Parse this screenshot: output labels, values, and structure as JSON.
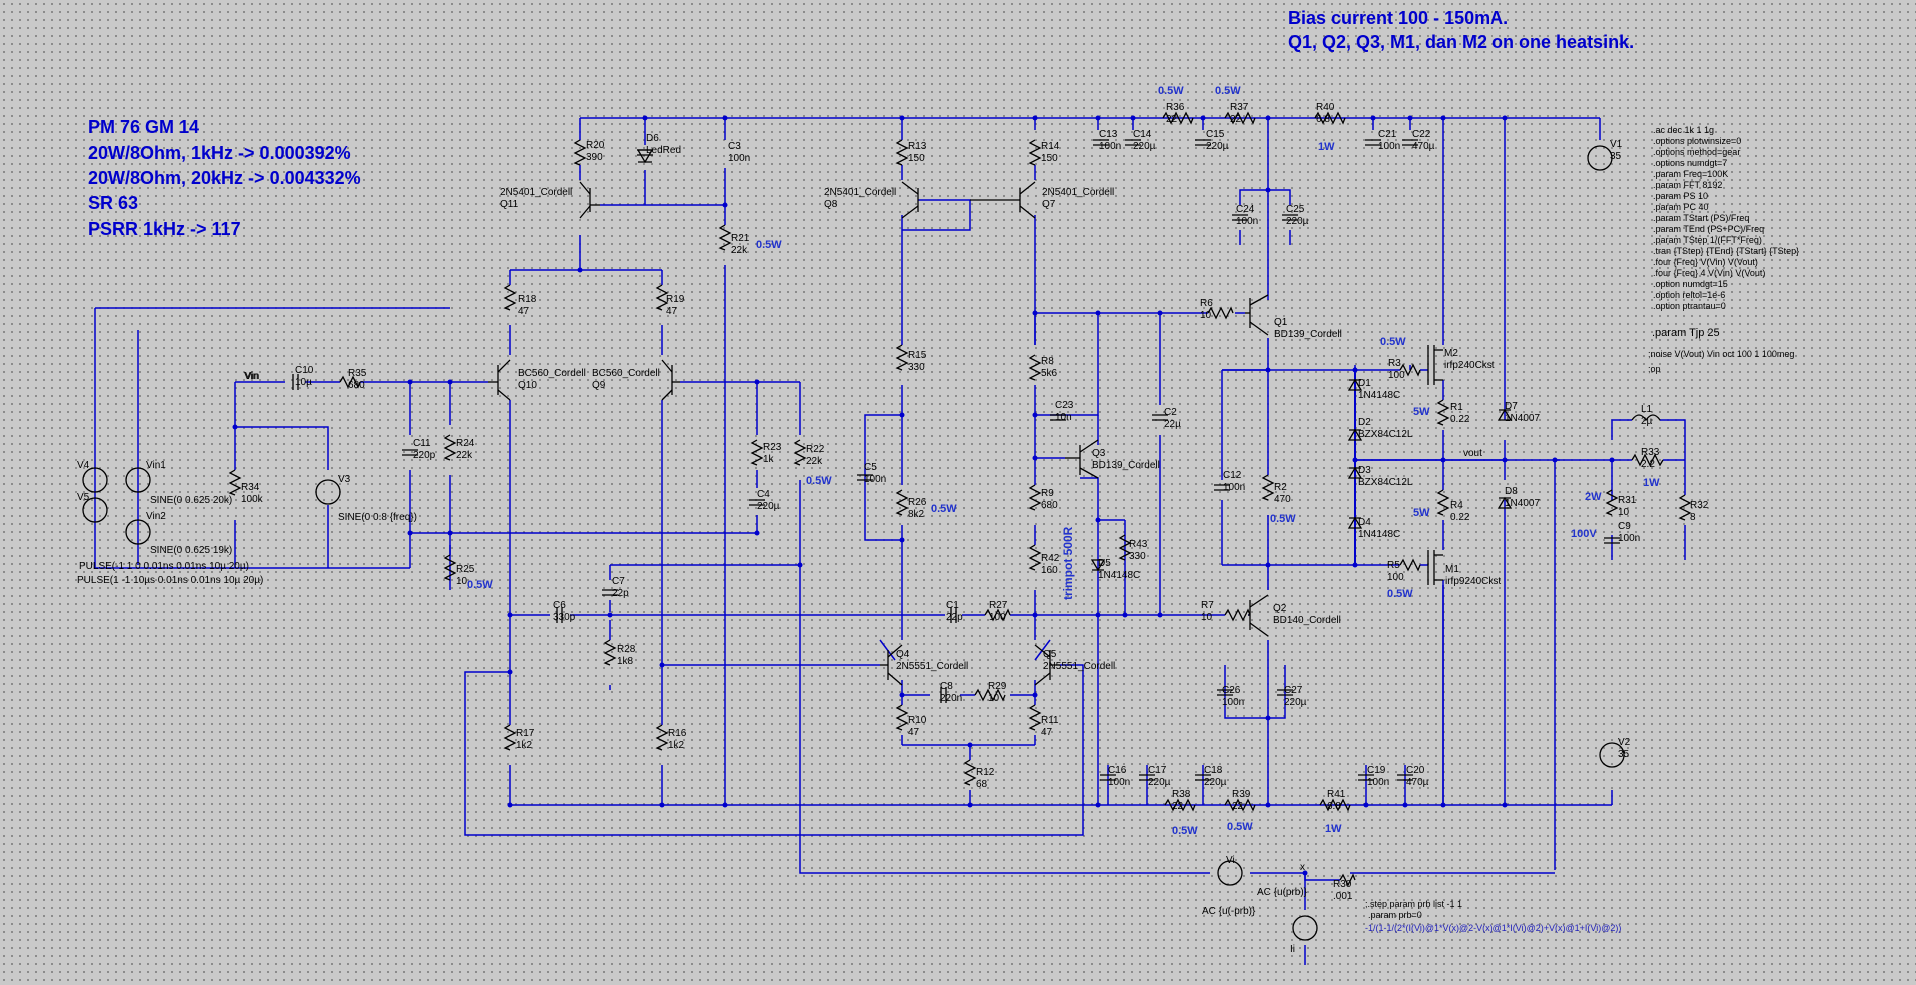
{
  "notes": {
    "bias1": "Bias current 100 - 150mA.",
    "bias2": "Q1, Q2, Q3, M1, dan M2 on one heatsink.",
    "pm": "PM 76 GM 14",
    "thd1": "20W/8Ohm, 1kHz   -> 0.000392%",
    "thd2": "20W/8Ohm, 20kHz -> 0.004332%",
    "sr": "SR 63",
    "psrr": "PSRR 1kHz -> 117",
    "trimpot": "trimpot 500R"
  },
  "directives": [
    ".ac dec 1k 1 1g",
    ".options plotwinsize=0",
    ".options method=gear",
    ".options numdgt=7",
    ".param Freq=100K",
    ".param FFT 8192",
    ".param PS 10",
    ".param PC 40",
    ".param TStart (PS)/Freq",
    ".param TEnd (PS+PC)/Freq",
    ".param TStep 1/(FFT*Freq)",
    ".tran {TStep} {TEnd} {TStart} {TStep}",
    ".four {Freq} V(Vin) V(Vout)",
    ".four {Freq} 4 V(Vin) V(Vout)",
    ".option numdgt=15",
    ".option reltol=1e-6",
    ".option ptrantau=0"
  ],
  "tjp": ".param Tjp 25",
  "noise": ";noise V(Vout) Vin oct 100 1 100meg",
  "op": ";op",
  "step1": ";.step param prb list -1 1",
  "step2": ".param prb=0",
  "expr": "-1/(1-1/(2*(I(Vi)@1*V(x)@2-V(x)@1*I(Vi)@2)+V(x)@1+I(Vi)@2))",
  "power_labels": {
    "r36": "0.5W",
    "r37": "0.5W",
    "r40": "1W",
    "r21": "0.5W",
    "r26": "0.5W",
    "r22": "0.5W",
    "r25": "0.5W",
    "r3": "0.5W",
    "r1": "5W",
    "r2": "0.5W",
    "r4": "5W",
    "r5": "0.5W",
    "r31": "2W",
    "r33": "1W",
    "c9": "100V",
    "r38": "0.5W",
    "r39": "0.5W",
    "r41": "1W"
  },
  "labels": [
    [
      "R20",
      "390"
    ],
    [
      "D6",
      "LedRed"
    ],
    [
      "C3",
      "100n"
    ],
    [
      "2N5401_Cordell",
      "Q11"
    ],
    [
      "R21",
      "22k"
    ],
    [
      "R18",
      "47"
    ],
    [
      "R19",
      "47"
    ],
    [
      "BC560_Cordell",
      "Q10"
    ],
    [
      "BC560_Cordell",
      "Q9"
    ],
    [
      "R13",
      "150"
    ],
    [
      "R14",
      "150"
    ],
    [
      "2N5401_Cordell",
      "Q8"
    ],
    [
      "2N5401_Cordell",
      "Q7"
    ],
    [
      "C13",
      "100n"
    ],
    [
      "C14",
      "220µ"
    ],
    [
      "R36",
      "22"
    ],
    [
      "C15",
      "220µ"
    ],
    [
      "R37",
      "22"
    ],
    [
      "R40",
      "6.8"
    ],
    [
      "C21",
      "100n"
    ],
    [
      "C22",
      "470µ"
    ],
    [
      "V1",
      "35"
    ],
    [
      "C24",
      "100n"
    ],
    [
      "C25",
      "220µ"
    ],
    [
      "R6",
      "10"
    ],
    [
      "Q1",
      "BD139_Cordell"
    ],
    [
      "R15",
      "330"
    ],
    [
      "R8",
      "5k6"
    ],
    [
      "C23",
      "10n"
    ],
    [
      "C2",
      "22µ"
    ],
    [
      "Q3",
      "BD139_Cordell"
    ],
    [
      "R9",
      "680"
    ],
    [
      "R43",
      "330"
    ],
    [
      "D5",
      "1N4148C"
    ],
    [
      "R42",
      "160"
    ],
    [
      "C5",
      "100n"
    ],
    [
      "R26",
      "8k2"
    ],
    [
      "Vin",
      ""
    ],
    [
      "C10",
      "10µ"
    ],
    [
      "R35",
      "680"
    ],
    [
      "C11",
      "220p"
    ],
    [
      "R24",
      "22k"
    ],
    [
      "V3",
      ""
    ],
    [
      "R34",
      "100k"
    ],
    [
      "R23",
      "1k"
    ],
    [
      "C4",
      "220µ"
    ],
    [
      "R22",
      "22k"
    ],
    [
      "R25",
      "10"
    ],
    [
      "V4",
      ""
    ],
    [
      "V5",
      ""
    ],
    [
      "Vin1",
      ""
    ],
    [
      "Vin2",
      ""
    ],
    [
      "C6",
      "330p"
    ],
    [
      "C7",
      "22p"
    ],
    [
      "R28",
      "1k8"
    ],
    [
      "C1",
      "22p"
    ],
    [
      "R27",
      "100"
    ],
    [
      "R7",
      "10"
    ],
    [
      "Q2",
      "BD140_Cordell"
    ],
    [
      "Q4",
      "2N5551_Cordell"
    ],
    [
      "Q5",
      "2N5551_Cordell"
    ],
    [
      "C8",
      "220n"
    ],
    [
      "R29",
      "10"
    ],
    [
      "R10",
      "47"
    ],
    [
      "R11",
      "47"
    ],
    [
      "R12",
      "68"
    ],
    [
      "R17",
      "1k2"
    ],
    [
      "R16",
      "1k2"
    ],
    [
      "C26",
      "100n"
    ],
    [
      "C27",
      "220µ"
    ],
    [
      "C16",
      "100n"
    ],
    [
      "C17",
      "220µ"
    ],
    [
      "C18",
      "220µ"
    ],
    [
      "R38",
      "22"
    ],
    [
      "R39",
      "22"
    ],
    [
      "R41",
      "6.8"
    ],
    [
      "C19",
      "100n"
    ],
    [
      "C20",
      "470µ"
    ],
    [
      "V2",
      "35"
    ],
    [
      "M2",
      "irfp240Ckst"
    ],
    [
      "R3",
      "100"
    ],
    [
      "D1",
      "1N4148C"
    ],
    [
      "D2",
      "BZX84C12L"
    ],
    [
      "R1",
      "0.22"
    ],
    [
      "D7",
      "1N4007"
    ],
    [
      "D3",
      "BZX84C12L"
    ],
    [
      "D4",
      "1N4148C"
    ],
    [
      "R4",
      "0.22"
    ],
    [
      "D8",
      "1N4007"
    ],
    [
      "R5",
      "100"
    ],
    [
      "M1",
      "irfp9240Ckst"
    ],
    [
      "C12",
      "100n"
    ],
    [
      "R2",
      "470"
    ],
    [
      "L1",
      "2µ"
    ],
    [
      "R33",
      "2.2"
    ],
    [
      "R31",
      "10"
    ],
    [
      "R32",
      "8"
    ],
    [
      "C9",
      "100n"
    ],
    [
      "R30",
      ".001"
    ],
    [
      "Vi",
      ""
    ],
    [
      "Ii",
      ""
    ]
  ],
  "sources": {
    "v4": "PULSE(-1 1 0 0.01ns 0.01ns 10µ 20µ)",
    "v5": "PULSE(1 -1 10µs 0.01ns 0.01ns 10µ 20µ)",
    "vin1": "SINE(0 0.625 20k)",
    "vin2": "SINE(0 0.625 19k)",
    "v3": "SINE(0 0.8 {freq})",
    "vi": "AC {u(prb)}",
    "ii": "AC {u(-prb)}"
  },
  "nets": {
    "vin": "Vin",
    "vout": "vout",
    "x": "x"
  }
}
